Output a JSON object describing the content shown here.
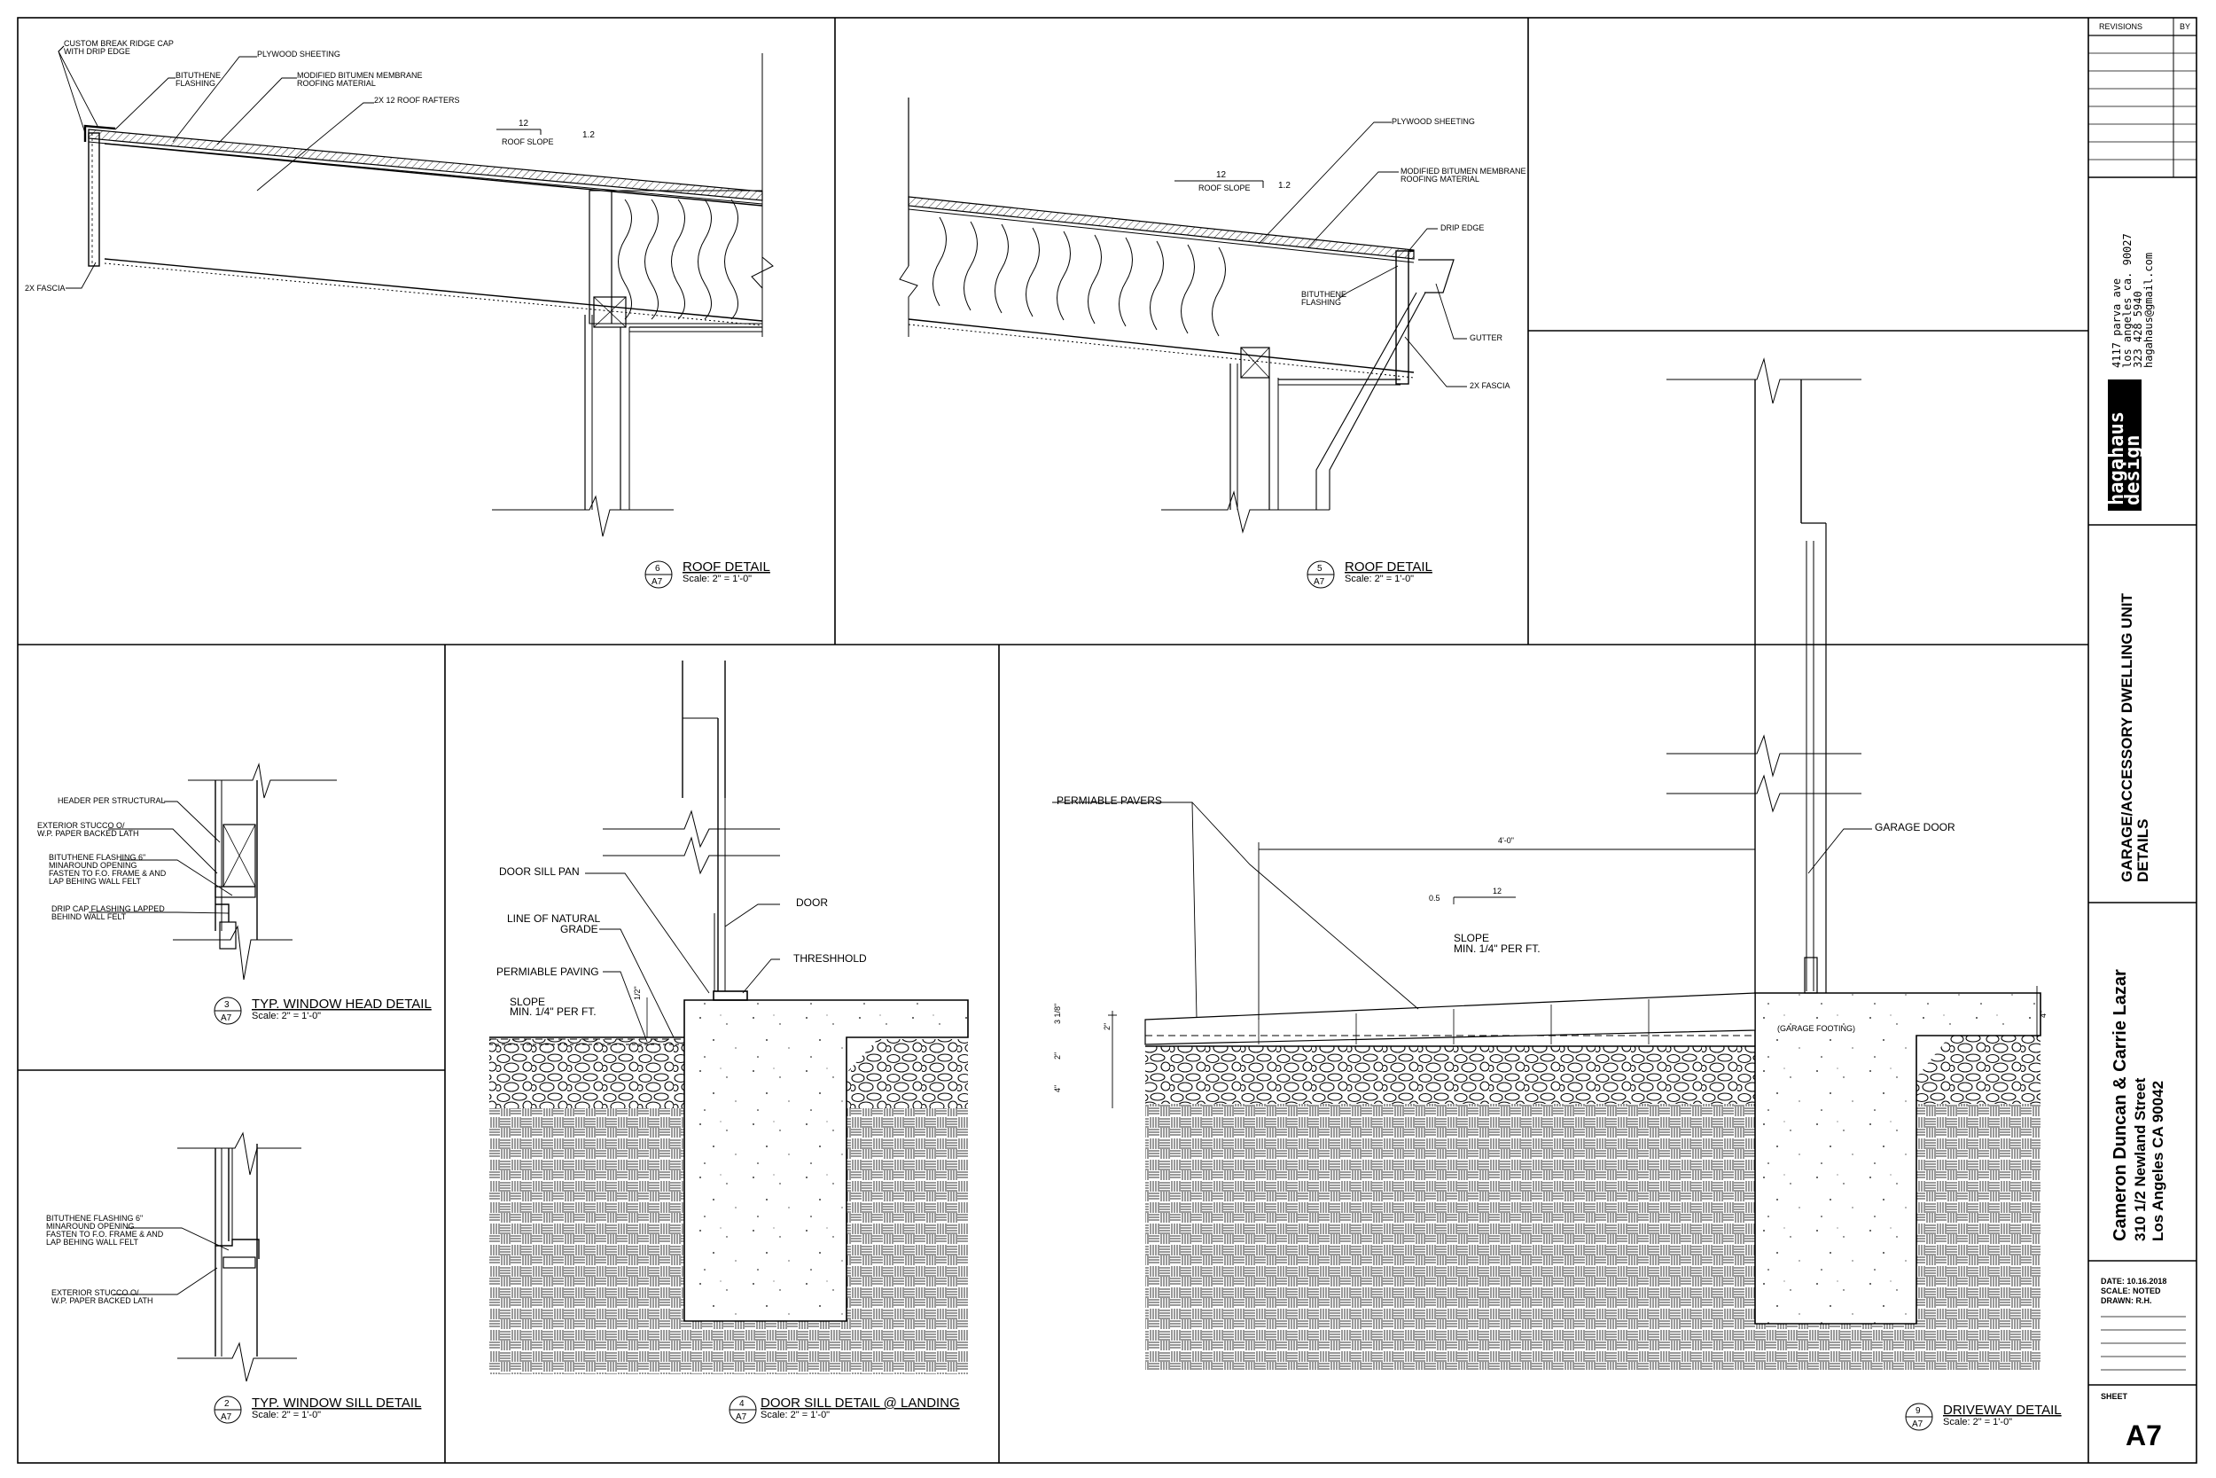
{
  "details": {
    "roof6": {
      "number": "6",
      "sheet": "A7",
      "title": "ROOF DETAIL",
      "scale": "Scale: 2\" = 1'-0\"",
      "labels": {
        "ridge_cap": [
          "CUSTOM BREAK RIDGE CAP",
          "WITH DRIP EDGE"
        ],
        "bituthene": [
          "BITUTHENE",
          "FLASHING"
        ],
        "plywood": "PLYWOOD SHEETING",
        "membrane": [
          "MODIFIED BITUMEN MEMBRANE",
          "ROOFING MATERIAL"
        ],
        "rafters": "2X 12 ROOF RAFTERS",
        "fascia": "2X FASCIA",
        "slope_run": "12",
        "slope_rise": "1.2",
        "slope_label": "ROOF SLOPE"
      }
    },
    "roof5": {
      "number": "5",
      "sheet": "A7",
      "title": "ROOF DETAIL",
      "scale": "Scale: 2\" = 1'-0\"",
      "labels": {
        "plywood": "PLYWOOD SHEETING",
        "membrane": [
          "MODIFIED BITUMEN MEMBRANE",
          "ROOFING MATERIAL"
        ],
        "drip_edge": "DRIP EDGE",
        "bituthene": [
          "BITUTHENE",
          "FLASHING"
        ],
        "gutter": "GUTTER",
        "fascia": "2X FASCIA",
        "slope_run": "12",
        "slope_rise": "1.2",
        "slope_label": "ROOF SLOPE"
      }
    },
    "window_head": {
      "number": "3",
      "sheet": "A7",
      "title": "TYP. WINDOW HEAD DETAIL",
      "scale": "Scale: 2\" = 1'-0\"",
      "labels": {
        "header": "HEADER PER STRUCTURAL",
        "stucco": [
          "EXTERIOR STUCCO O/",
          "W.P. PAPER BACKED LATH"
        ],
        "flashing": [
          "BITUTHENE FLASHING 6\"",
          "MINAROUND OPENING",
          "FASTEN TO F.O. FRAME & AND",
          "LAP BEHING WALL FELT"
        ],
        "drip_cap": [
          "DRIP CAP FLASHING LAPPED",
          "BEHIND WALL FELT"
        ]
      }
    },
    "window_sill": {
      "number": "2",
      "sheet": "A7",
      "title": "TYP. WINDOW SILL DETAIL",
      "scale": "Scale: 2\" = 1'-0\"",
      "labels": {
        "flashing": [
          "BITUTHENE FLASHING 6\"",
          "MINAROUND OPENING",
          "FASTEN TO F.O. FRAME & AND",
          "LAP BEHING WALL FELT"
        ],
        "stucco": [
          "EXTERIOR STUCCO O/",
          "W.P. PAPER BACKED LATH"
        ]
      }
    },
    "door_sill": {
      "number": "4",
      "sheet": "A7",
      "title": "DOOR SILL DETAIL @ LANDING",
      "scale": "Scale: 2\" = 1'-0\"",
      "labels": {
        "sill_pan": "DOOR SILL PAN",
        "door": "DOOR",
        "natural_grade": [
          "LINE OF NATURAL",
          "GRADE"
        ],
        "threshold": "THRESHHOLD",
        "paving": "PERMIABLE PAVING",
        "slope": [
          "SLOPE",
          "MIN. 1/4\" PER FT."
        ],
        "dim": "1/2\""
      }
    },
    "driveway": {
      "number": "9",
      "sheet": "A7",
      "title": "DRIVEWAY DETAIL",
      "scale": "Scale: 2\" = 1'-0\"",
      "labels": {
        "pavers": "PERMIABLE PAVERS",
        "garage_door": "GARAGE DOOR",
        "width": "4'-0\"",
        "slope_rise": "0.5",
        "slope_run": "12",
        "slope": [
          "SLOPE",
          "MIN. 1/4\" PER FT."
        ],
        "footing": "(GARAGE FOOTING)",
        "dims": [
          "3 1/8\"",
          "2\"",
          "2\"",
          "4\"",
          "4\""
        ]
      }
    }
  },
  "title_block": {
    "revisions_header": "REVISIONS",
    "by_header": "BY",
    "firm_name": [
      "hagahaus",
      "design"
    ],
    "firm_address": [
      "4117 parva ave",
      "los angeles ca. 90027",
      "323 428 5940",
      "hagahaus@gmail.com"
    ],
    "project_title": [
      "GARAGE/ACCESSORY DWELLING UNIT",
      "DETAILS"
    ],
    "client": [
      "Cameron Duncan & Carrie Lazar",
      "310 1/2 Newland Street",
      "Los Angeles CA 90042"
    ],
    "date": "DATE: 10.16.2018",
    "scale": "SCALE: NOTED",
    "drawn": "DRAWN: R.H.",
    "sheet_label": "SHEET",
    "sheet_number": "A7"
  },
  "colors": {
    "line": "#000000",
    "background": "#ffffff"
  }
}
